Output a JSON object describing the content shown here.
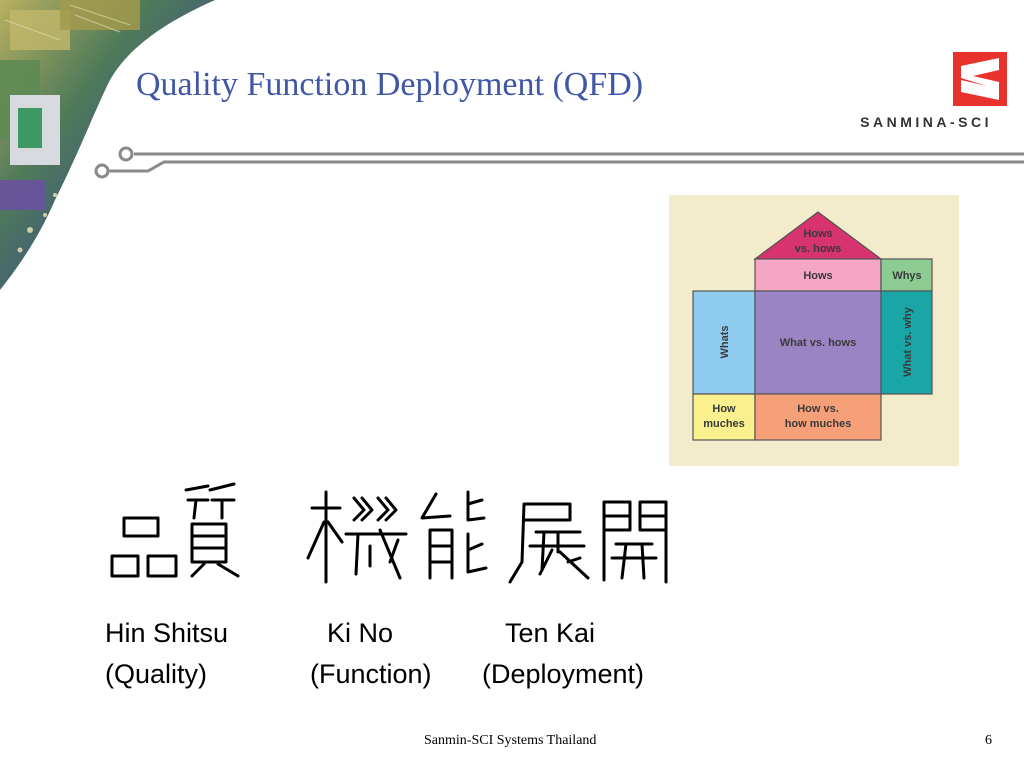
{
  "slide": {
    "title": "Quality Function Deployment (QFD)",
    "page_number": "6",
    "footer_text": "Sanmin-SCI Systems Thailand"
  },
  "logo": {
    "text": "SANMINA-SCI",
    "brand_color": "#e8332d"
  },
  "house_of_quality": {
    "roof": "Hows vs. hows",
    "hows": "Hows",
    "whys": "Whys",
    "whats": "Whats",
    "center": "What vs. hows",
    "right": "What vs. why",
    "how_muches": "How muches",
    "bottom_center": "How vs. how muches",
    "colors": {
      "roof": "#d6336f",
      "hows": "#f4a6c4",
      "whys": "#8ccc92",
      "whats": "#8ecbef",
      "center": "#9b84c4",
      "right": "#1aa6a6",
      "how_muches": "#faf08e",
      "bottom_center": "#f5a079",
      "background": "#f3eccc"
    }
  },
  "kanji": [
    "品質",
    "機能",
    "展開"
  ],
  "terms": [
    {
      "romaji": "Hin Shitsu",
      "meaning": "(Quality)"
    },
    {
      "romaji": "Ki No",
      "meaning": "(Function)"
    },
    {
      "romaji": "Ten Kai",
      "meaning": "(Deployment)"
    }
  ],
  "icons": [
    "circuit-board-photo",
    "connector-rule-icon",
    "sanmina-logo-icon"
  ]
}
